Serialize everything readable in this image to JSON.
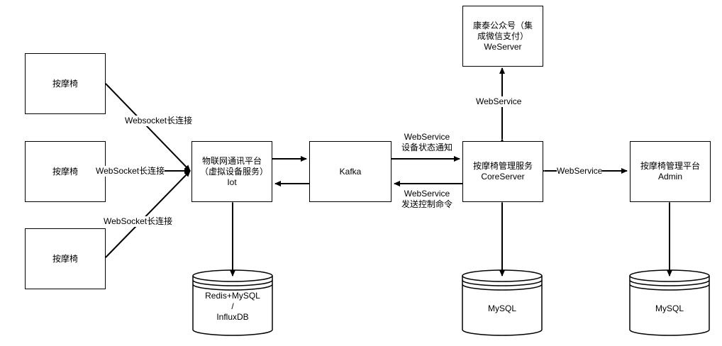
{
  "nodes": {
    "chair_top": {
      "text": "按摩椅"
    },
    "chair_mid": {
      "text": "按摩椅"
    },
    "chair_bottom": {
      "text": "按摩椅"
    },
    "iot": {
      "text": "物联网通讯平台（虚拟设备服务）Iot"
    },
    "kafka": {
      "text": "Kafka"
    },
    "core": {
      "text": "按摩椅管理服务\nCoreServer"
    },
    "admin": {
      "text": "按摩椅管理平台\nAdmin"
    },
    "weserver": {
      "text": "康泰公众号（集成微信支付）\nWeServer"
    }
  },
  "databases": {
    "iot_db": {
      "text": "Redis+MySQL\n/\nInfluxDB"
    },
    "core_db": {
      "text": "MySQL"
    },
    "admin_db": {
      "text": "MySQL"
    }
  },
  "edges": {
    "ws_top": "Websocket长连接",
    "ws_mid": "WebSocket长连接",
    "ws_bottom": "WebSocket长连接",
    "kafka_to_core": "WebService\n设备状态通知",
    "core_to_kafka": "WebService\n发送控制命令",
    "core_admin": "WebService",
    "core_weserver": "WebService"
  }
}
